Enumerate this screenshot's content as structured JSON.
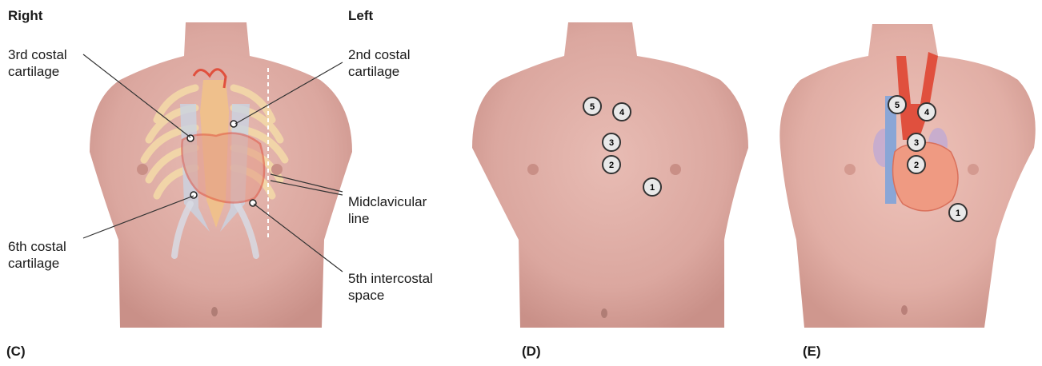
{
  "panel_c": {
    "panel_label": "(C)",
    "side_right": "Right",
    "side_left": "Left",
    "labels": {
      "third_costal": "3rd costal\ncartilage",
      "second_costal": "2nd costal\ncartilage",
      "midclavicular": "Midclavicular\nline",
      "sixth_costal": "6th costal\ncartilage",
      "fifth_intercostal": "5th intercostal\nspace"
    }
  },
  "panel_d": {
    "panel_label": "(D)",
    "markers": [
      "5",
      "4",
      "3",
      "2",
      "1"
    ]
  },
  "panel_e": {
    "panel_label": "(E)",
    "markers": [
      "5",
      "4",
      "3",
      "2",
      "1"
    ]
  },
  "colors": {
    "skin": "#e2b1a9",
    "skin_shade": "#c98f86",
    "rib": "#f3d9a8",
    "cartilage": "#c9d3e2",
    "artery": "#e0503e",
    "heart": "#ef9a82",
    "vein": "#8aa6d6",
    "marker_fill": "#e9e9e9",
    "marker_stroke": "#333333"
  }
}
